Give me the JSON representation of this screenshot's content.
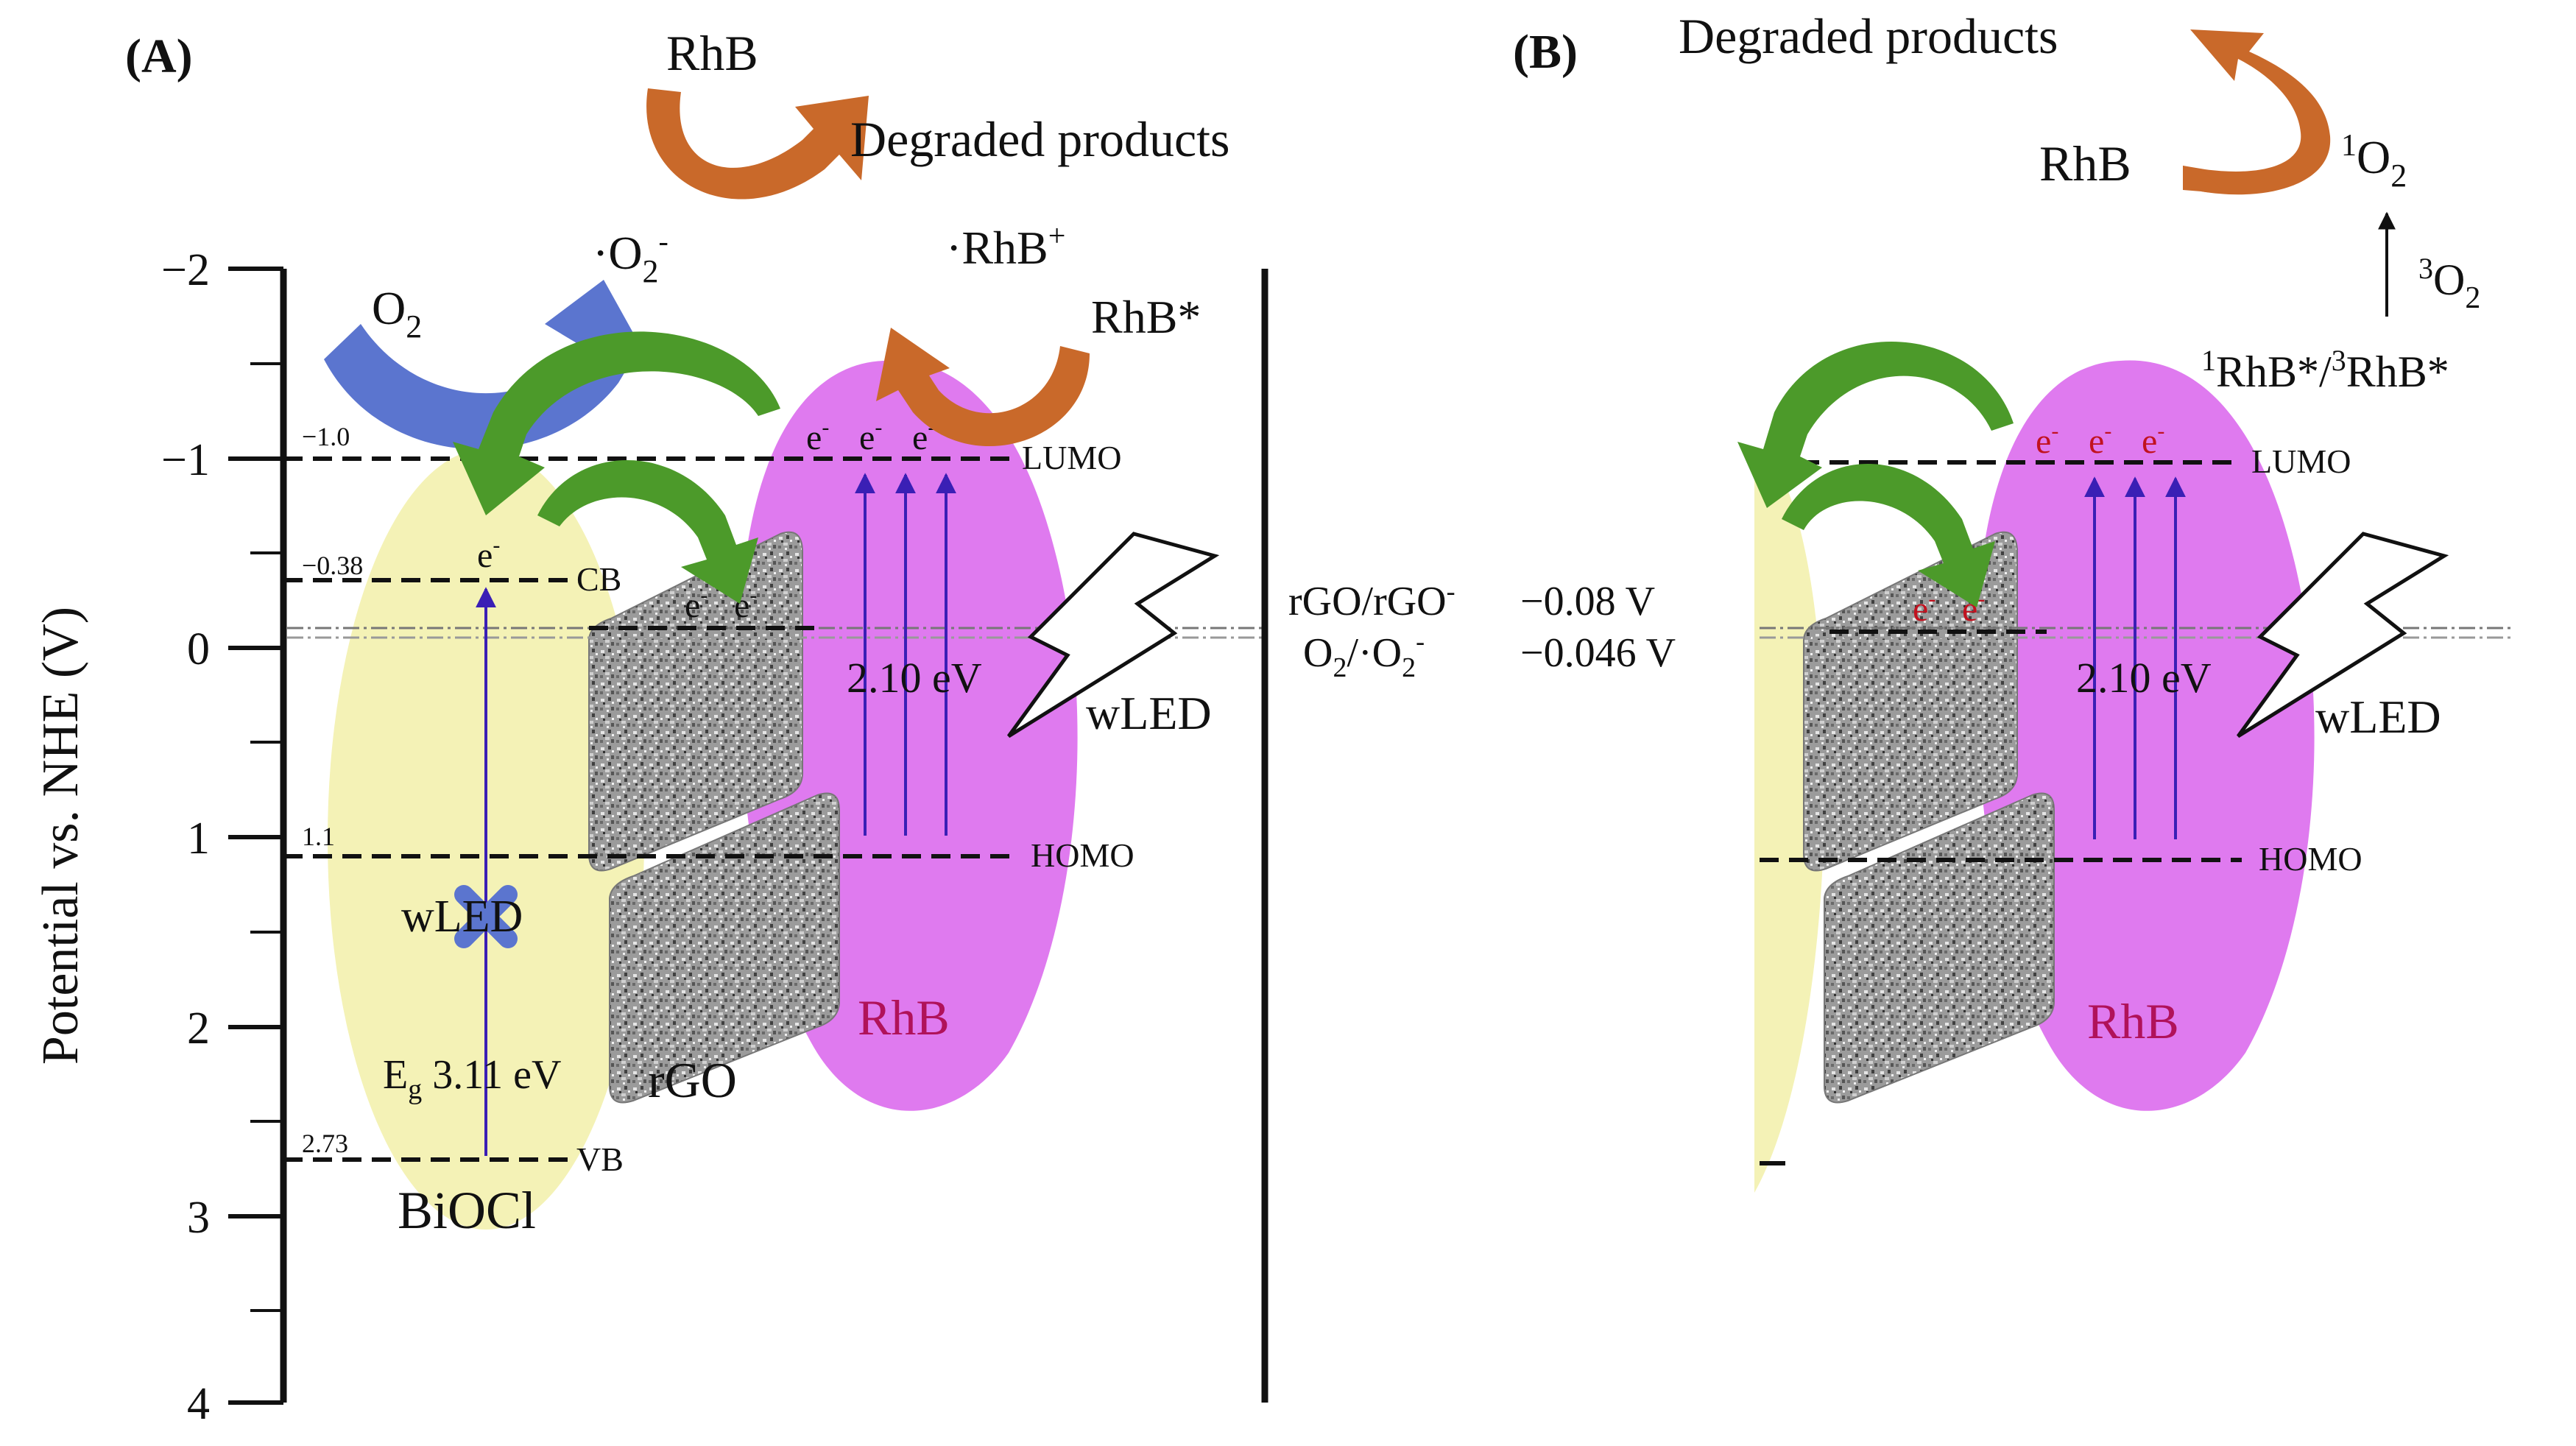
{
  "panel_a": {
    "label": "(A)",
    "axis_label": "Potential vs. NHE (V)",
    "ticks": [
      "−2",
      "−1",
      "0",
      "1",
      "2",
      "3",
      "4"
    ],
    "levels": {
      "lumo_value": "−1.0",
      "cb_value": "−0.38",
      "homo_value": "1.1",
      "vb_value": "2.73",
      "lumo_label": "LUMO",
      "cb_label": "CB",
      "homo_label": "HOMO",
      "vb_label": "VB"
    },
    "electron": "e",
    "electron_sup": "-",
    "rhb_top": "RhB",
    "degraded": "Degraded products",
    "o2_radical": "·O",
    "o2_radical_sub": "2",
    "o2_radical_sup": "-",
    "o2": "O",
    "o2_sub": "2",
    "rhb_radical": "·RhB",
    "rhb_radical_sup": "+",
    "rhb_excited": "RhB*",
    "bandgap_dye": "2.10 eV",
    "wled_right": "wLED",
    "wled_left": "wLED",
    "eg_prefix": "E",
    "eg_sub": "g",
    "eg_value": " 3.11 eV",
    "rgo": "rGO",
    "rhb_blob": "RhB",
    "bioc": "BiOCl",
    "ref1_label": "rGO/rGO",
    "ref1_sup": "-",
    "ref1_value": "−0.08 V",
    "ref2_label": "O",
    "ref2_sub": "2",
    "ref2_mid": "/·O",
    "ref2_sub2": "2",
    "ref2_sup": "-",
    "ref2_value": "−0.046 V"
  },
  "panel_b": {
    "label": "(B)",
    "degraded": "Degraded products",
    "rhb": "RhB",
    "singlet_sup": "1",
    "singlet": "O",
    "singlet_sub": "2",
    "triplet_sup": "3",
    "triplet": "O",
    "triplet_sub": "2",
    "excited_sup1": "1",
    "excited_mid": "RhB*/",
    "excited_sup2": "3",
    "excited_end": "RhB*",
    "lumo_label": "LUMO",
    "homo_label": "HOMO",
    "electron": "e",
    "electron_sup": "-",
    "bandgap_dye": "2.10 eV",
    "wled": "wLED",
    "rhb_blob": "RhB"
  },
  "colors": {
    "bioc_fill": "#f4f2b6",
    "rhb_fill": "#df7aef",
    "blue_arrow": "#5b75cf",
    "green_arrow": "#4c9a2a",
    "orange_arrow": "#c9692a",
    "electron": "#c1121f",
    "excitation": "#3a1fb5"
  }
}
